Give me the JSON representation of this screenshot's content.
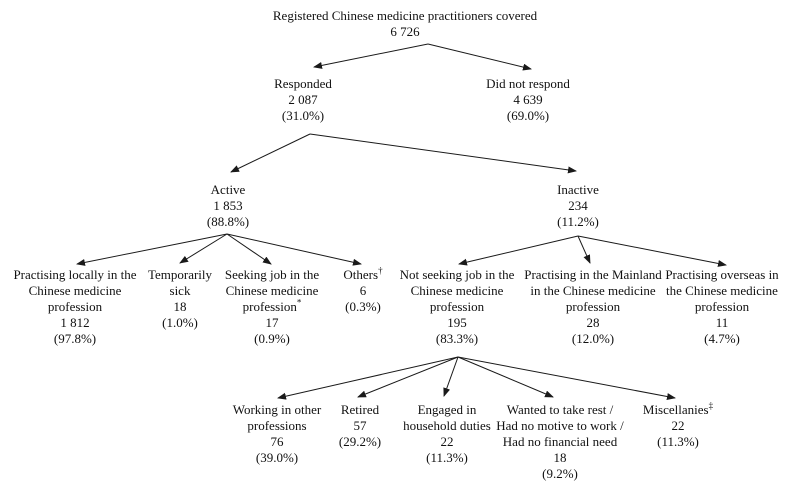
{
  "colors": {
    "text": "#111111",
    "line": "#1a1a1a",
    "background": "#ffffff"
  },
  "nodes": {
    "root": {
      "label": "Registered Chinese medicine practitioners covered",
      "value": "6 726"
    },
    "responded": {
      "label": "Responded",
      "value": "2 087",
      "pct": "(31.0%)"
    },
    "did_not_respond": {
      "label": "Did not respond",
      "value": "4 639",
      "pct": "(69.0%)"
    },
    "active": {
      "label": "Active",
      "value": "1 853",
      "pct": "(88.8%)"
    },
    "inactive": {
      "label": "Inactive",
      "value": "234",
      "pct": "(11.2%)"
    },
    "practising_locally": {
      "label": "Practising locally in the Chinese medicine profession",
      "value": "1 812",
      "pct": "(97.8%)"
    },
    "temporarily_sick": {
      "label": "Temporarily sick",
      "value": "18",
      "pct": "(1.0%)"
    },
    "seeking_job": {
      "label": "Seeking job in the Chinese medicine profession",
      "sup": "*",
      "value": "17",
      "pct": "(0.9%)"
    },
    "others": {
      "label": "Others",
      "sup": "†",
      "value": "6",
      "pct": "(0.3%)"
    },
    "not_seeking": {
      "label": "Not seeking job in the Chinese medicine profession",
      "value": "195",
      "pct": "(83.3%)"
    },
    "mainland": {
      "label": "Practising in the Mainland in the Chinese medicine profession",
      "value": "28",
      "pct": "(12.0%)"
    },
    "overseas": {
      "label": "Practising overseas in the Chinese medicine profession",
      "value": "11",
      "pct": "(4.7%)"
    },
    "working_other": {
      "label": "Working in other professions",
      "value": "76",
      "pct": "(39.0%)"
    },
    "retired": {
      "label": "Retired",
      "value": "57",
      "pct": "(29.2%)"
    },
    "household": {
      "label": "Engaged in household duties",
      "value": "22",
      "pct": "(11.3%)"
    },
    "rest": {
      "label_lines": [
        "Wanted to take rest /",
        "Had no motive to work /",
        "Had no financial need"
      ],
      "value": "18",
      "pct": "(9.2%)"
    },
    "miscellanies": {
      "label": "Miscellanies",
      "sup": "‡",
      "value": "22",
      "pct": "(11.3%)"
    }
  }
}
